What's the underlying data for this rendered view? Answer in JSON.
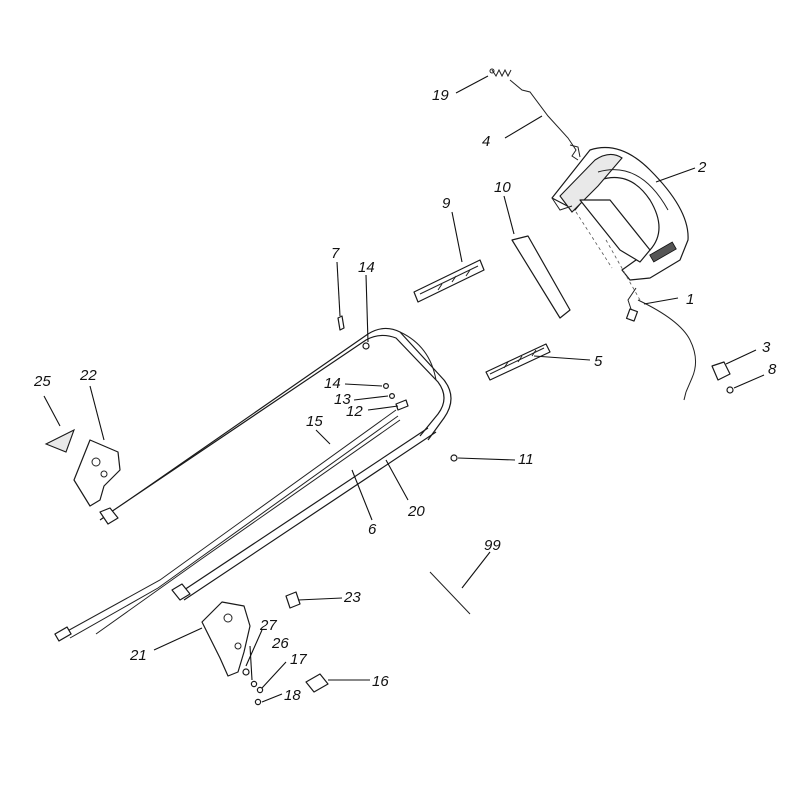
{
  "diagram": {
    "callouts": [
      {
        "id": "19",
        "label": "19"
      },
      {
        "id": "4",
        "label": "4"
      },
      {
        "id": "2",
        "label": "2"
      },
      {
        "id": "10",
        "label": "10"
      },
      {
        "id": "9",
        "label": "9"
      },
      {
        "id": "1",
        "label": "1"
      },
      {
        "id": "7",
        "label": "7"
      },
      {
        "id": "14a",
        "label": "14"
      },
      {
        "id": "3",
        "label": "3"
      },
      {
        "id": "8",
        "label": "8"
      },
      {
        "id": "5",
        "label": "5"
      },
      {
        "id": "25",
        "label": "25"
      },
      {
        "id": "22",
        "label": "22"
      },
      {
        "id": "14b",
        "label": "14"
      },
      {
        "id": "13",
        "label": "13"
      },
      {
        "id": "12",
        "label": "12"
      },
      {
        "id": "15",
        "label": "15"
      },
      {
        "id": "11",
        "label": "11"
      },
      {
        "id": "20",
        "label": "20"
      },
      {
        "id": "6",
        "label": "6"
      },
      {
        "id": "99",
        "label": "99"
      },
      {
        "id": "23",
        "label": "23"
      },
      {
        "id": "27",
        "label": "27"
      },
      {
        "id": "26",
        "label": "26"
      },
      {
        "id": "21",
        "label": "21"
      },
      {
        "id": "17",
        "label": "17"
      },
      {
        "id": "16",
        "label": "16"
      },
      {
        "id": "18",
        "label": "18"
      }
    ]
  }
}
